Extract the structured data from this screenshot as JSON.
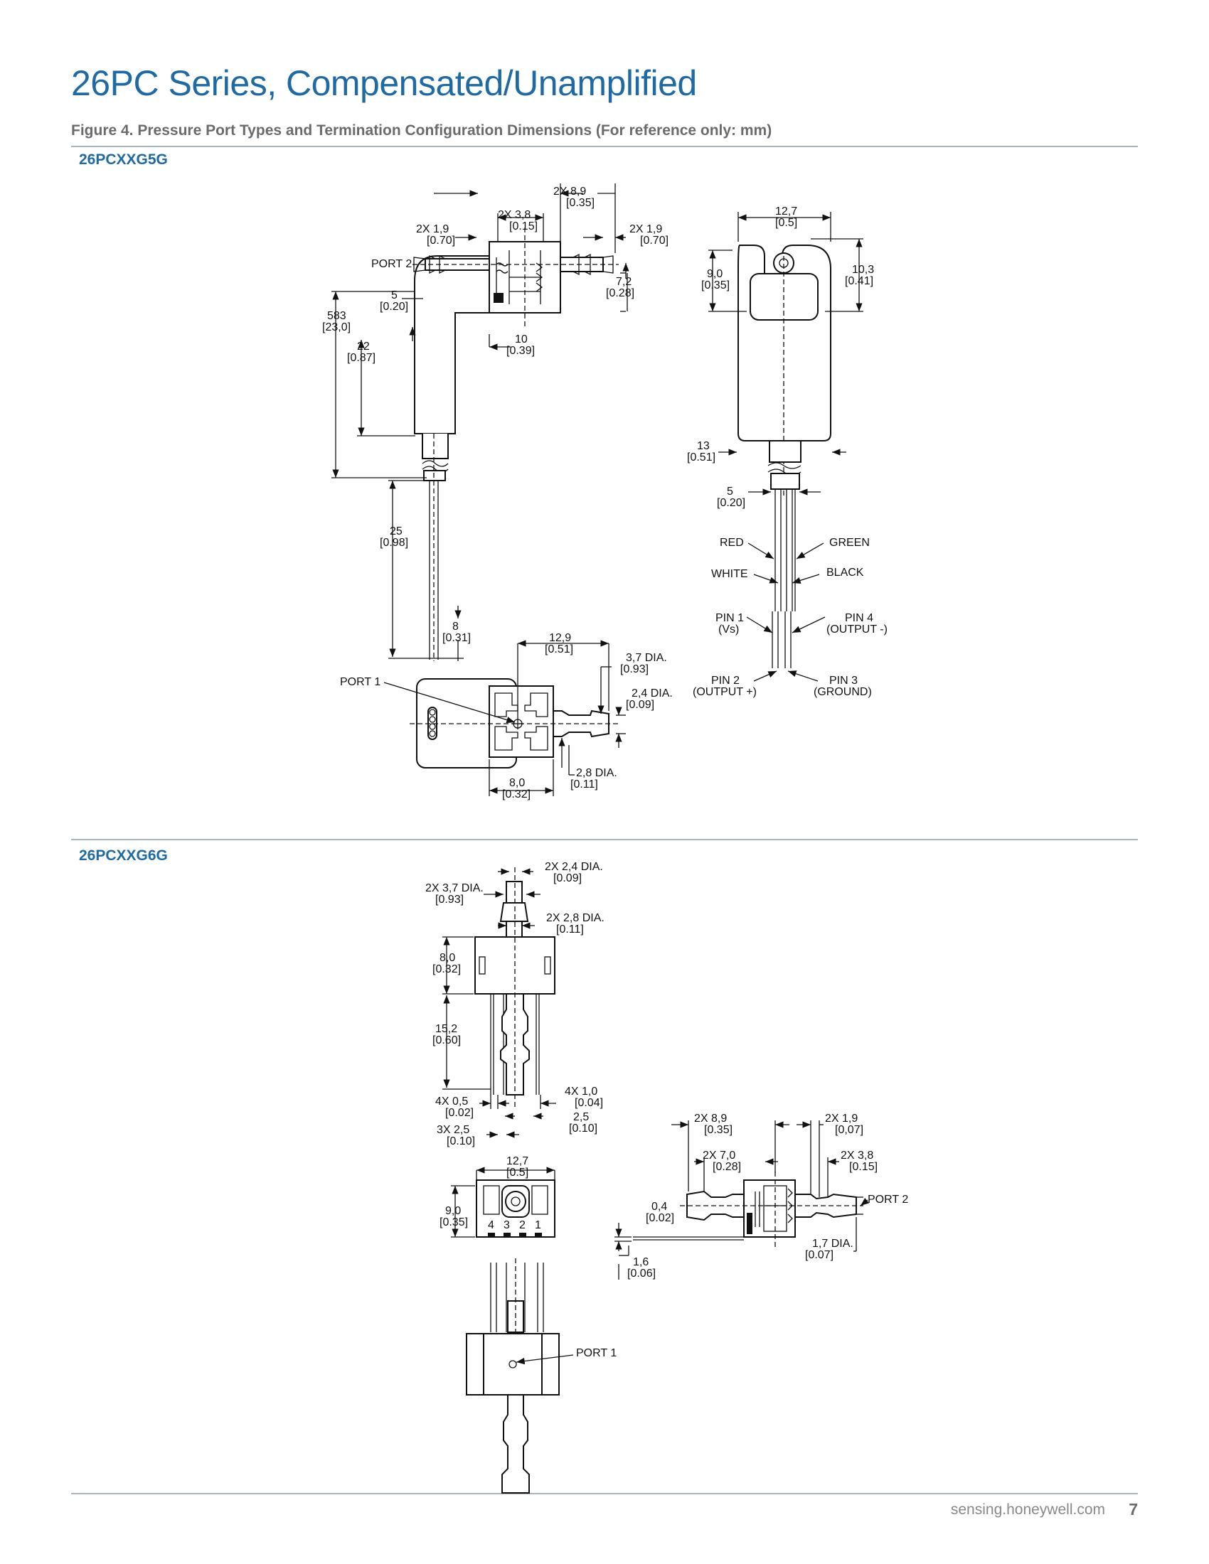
{
  "header": {
    "title": "26PC Series, Compensated/Unamplified",
    "figure_caption": "Figure 4. Pressure Port Types and Termination Configuration Dimensions (For reference only: mm)"
  },
  "sections": {
    "g5g": {
      "name": "26PCXXG5G",
      "labels": {
        "d_2x89": "2X 8,9",
        "d_2x89_in": "[0.35]",
        "d_2x38": "2X 3,8",
        "d_2x38_in": "[0.15]",
        "d_2x19l": "2X 1,9",
        "d_2x19l_in": "[0.70]",
        "d_2x19r": "2X 1,9",
        "d_2x19r_in": "[0.70]",
        "port2": "PORT 2",
        "d_72": "7,2",
        "d_72_in": "[0.28]",
        "d_5": "5",
        "d_5_in": "[0.20]",
        "d_583": "583",
        "d_583_in": "[23,0]",
        "d_22": "22",
        "d_22_in": "[0.87]",
        "d_10": "10",
        "d_10_in": "[0.39]",
        "d_25": "25",
        "d_25_in": "[0.98]",
        "d_8": "8",
        "d_8_in": "[0.31]",
        "d_129": "12,9",
        "d_129_in": "[0.51]",
        "d_37": "3,7 DIA.",
        "d_37_in": "[0.93]",
        "d_24": "2,4 DIA.",
        "d_24_in": "[0.09]",
        "d_28": "2,8 DIA.",
        "d_28_in": "[0.11]",
        "d_80": "8,0",
        "d_80_in": "[0.32]",
        "port1": "PORT 1",
        "d_127": "12,7",
        "d_127_in": "[0.5]",
        "d_90": "9,0",
        "d_90_in": "[0.35]",
        "d_103": "10,3",
        "d_103_in": "[0.41]",
        "d_13": "13",
        "d_13_in": "[0.51]",
        "d_5b": "5",
        "d_5b_in": "[0.20]",
        "red": "RED",
        "green": "GREEN",
        "white": "WHITE",
        "black": "BLACK",
        "pin1": "PIN 1",
        "pin1_sub": "(Vs)",
        "pin4": "PIN 4",
        "pin4_sub": "(OUTPUT -)",
        "pin2": "PIN 2",
        "pin2_sub": "(OUTPUT +)",
        "pin3": "PIN 3",
        "pin3_sub": "(GROUND)"
      }
    },
    "g6g": {
      "name": "26PCXXG6G",
      "labels": {
        "d_2x24": "2X 2,4 DIA.",
        "d_2x24_in": "[0.09]",
        "d_2x37": "2X 3,7 DIA.",
        "d_2x37_in": "[0.93]",
        "d_2x28": "2X 2,8 DIA.",
        "d_2x28_in": "[0.11]",
        "d_80": "8,0",
        "d_80_in": "[0.32]",
        "d_152": "15,2",
        "d_152_in": "[0.60]",
        "d_4x10": "4X 1,0",
        "d_4x10_in": "[0.04]",
        "d_4x05": "4X 0,5",
        "d_4x05_in": "[0.02]",
        "d_25": "2,5",
        "d_25_in": "[0.10]",
        "d_3x25": "3X 2,5",
        "d_3x25_in": "[0.10]",
        "d_127": "12,7",
        "d_127_in": "[0.5]",
        "d_90": "9,0",
        "d_90_in": "[0.35]",
        "pins": [
          "4",
          "3",
          "2",
          "1"
        ],
        "port1": "PORT 1",
        "d_2x89": "2X 8,9",
        "d_2x89_in": "[0.35]",
        "d_2x19": "2X 1,9",
        "d_2x19_in": "[0,07]",
        "d_2x70": "2X 7,0",
        "d_2x70_in": "[0.28]",
        "d_2x38": "2X 3,8",
        "d_2x38_in": "[0.15]",
        "port2": "PORT 2",
        "d_04": "0,4",
        "d_04_in": "[0.02]",
        "d_17": "1,7 DIA.",
        "d_17_in": "[0.07]",
        "d_16": "1,6",
        "d_16_in": "[0.06]"
      }
    }
  },
  "footer": {
    "url": "sensing.honeywell.com",
    "page": "7"
  },
  "colors": {
    "title_blue": "#1f6aa3",
    "caption_gray": "#6b6b6b",
    "rule_gray": "#a7b4bf"
  }
}
